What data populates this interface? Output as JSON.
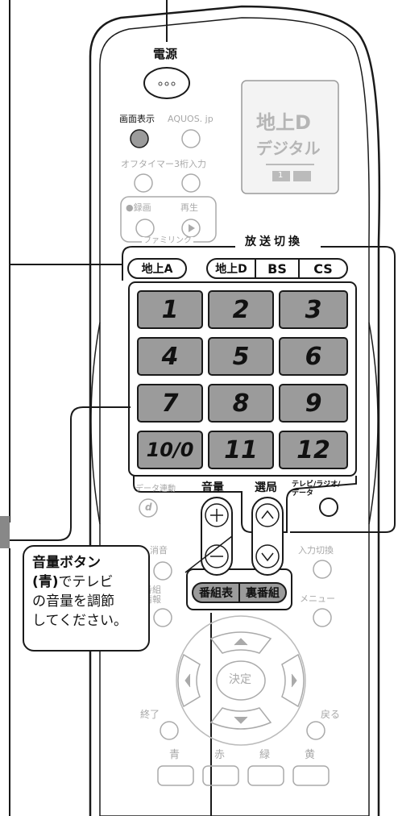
{
  "remote": {
    "power_label": "電源",
    "screen_display_label": "画面表示",
    "aquos_label": "AQUOS. jp",
    "off_timer_label": "オフタイマー",
    "three_digit_label": "3桁入力",
    "record_label": "●録画",
    "play_label": "再生",
    "family_link_label": "ファミリンク",
    "display_lines": [
      "地上D",
      "デジタル"
    ],
    "display_channel": "1"
  },
  "broadcast": {
    "title": "放送切換",
    "buttons": [
      "地上A",
      "地上D",
      "BS",
      "CS"
    ]
  },
  "keypad": [
    "1",
    "2",
    "3",
    "4",
    "5",
    "6",
    "7",
    "8",
    "9",
    "10/0",
    "11",
    "12"
  ],
  "controls": {
    "data_link_label": "データ連動",
    "data_icon": "d",
    "volume_label": "音量",
    "channel_label": "選局",
    "tv_radio_label": "テレビ/ラジオ/データ",
    "mute_label": "消音",
    "program_info_label": "番組情報",
    "input_switch_label": "入力切換",
    "epg_button": "番組表",
    "back_epg_button": "裏番組",
    "menu_label": "メニュー",
    "ok_label": "決定",
    "exit_label": "終了",
    "back_label": "戻る",
    "color_labels": [
      "青",
      "赤",
      "緑",
      "黄"
    ]
  },
  "callout": {
    "line1": "音量ボタン",
    "line2_bold": "(青)",
    "line2_rest": "でテレビ",
    "line3": "の音量を調節",
    "line4": "してください。"
  }
}
